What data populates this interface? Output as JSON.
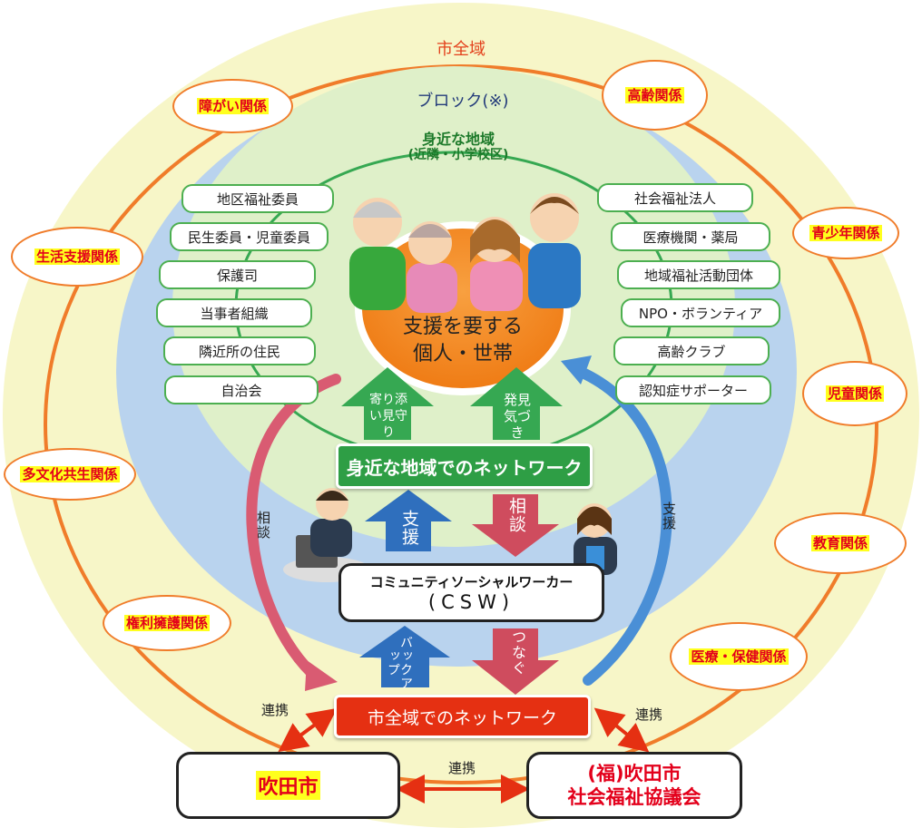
{
  "city_wide_label": "市全域",
  "block_label": "ブロック(※)",
  "local_area_label": "身近な地域",
  "local_area_sub": "(近隣・小学校区)",
  "center_line1": "支援を要する",
  "center_line2": "個人・世帯",
  "left_members": [
    "地区福祉委員",
    "民生委員・児童委員",
    "保護司",
    "当事者組織",
    "隣近所の住民",
    "自治会"
  ],
  "right_members": [
    "社会福祉法人",
    "医療機関・薬局",
    "地域福祉活動団体",
    "NPO・ボランティア",
    "高齢クラブ",
    "認知症サポーター"
  ],
  "fields": {
    "disability": "障がい関係",
    "elderly": "高齢関係",
    "livelihood": "生活支援関係",
    "youth": "青少年関係",
    "child": "児童関係",
    "multicultural": "多文化共生関係",
    "education": "教育関係",
    "rights": "権利擁護関係",
    "medical": "医療・保健関係"
  },
  "arrow_watch": "寄り添い見守り",
  "arrow_discover": "発見気づき",
  "local_network": "身近な地域でのネットワーク",
  "arrow_support_up": "支援",
  "arrow_consult_down": "相談",
  "csw_line1": "コミュニティソーシャルワーカー",
  "csw_line2": "(CSW)",
  "arrow_backup": "バックアップ",
  "arrow_connect": "つなぐ",
  "city_network": "市全域でのネットワーク",
  "side_consult": "相談",
  "side_support": "支援",
  "link_left": "連携",
  "link_right": "連携",
  "link_bottom": "連携",
  "org_city": "吹田市",
  "org_council_line1": "(福)吹田市",
  "org_council_line2": "社会福祉協議会",
  "colors": {
    "outer_ring": "#f7f6c8",
    "orange_line": "#f07c2a",
    "block_area": "#b9d3ee",
    "local_area": "#dff0c9",
    "green": "#36a852",
    "center": "#f38a1f",
    "red": "#e53012",
    "blue": "#2f6fbd",
    "pink": "#cf4c5e",
    "highlight": "#ffff1e"
  }
}
